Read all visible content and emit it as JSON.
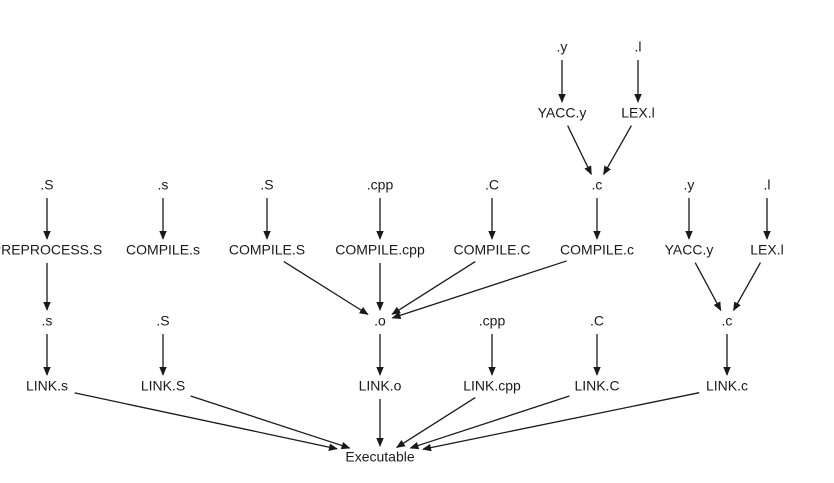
{
  "diagram": {
    "nodes": [
      {
        "id": "y_top",
        "label": ".y"
      },
      {
        "id": "l_top",
        "label": ".l"
      },
      {
        "id": "yacc_top",
        "label": "YACC.y"
      },
      {
        "id": "lex_top",
        "label": "LEX.l"
      },
      {
        "id": "S1",
        "label": ".S"
      },
      {
        "id": "s1",
        "label": ".s"
      },
      {
        "id": "S2",
        "label": ".S"
      },
      {
        "id": "cpp1",
        "label": ".cpp"
      },
      {
        "id": "C1",
        "label": ".C"
      },
      {
        "id": "c1",
        "label": ".c"
      },
      {
        "id": "y2",
        "label": ".y"
      },
      {
        "id": "l2",
        "label": ".l"
      },
      {
        "id": "preprocess_S",
        "label": "PREPROCESS.S"
      },
      {
        "id": "compile_s",
        "label": "COMPILE.s"
      },
      {
        "id": "compile_S",
        "label": "COMPILE.S"
      },
      {
        "id": "compile_cpp",
        "label": "COMPILE.cpp"
      },
      {
        "id": "compile_C",
        "label": "COMPILE.C"
      },
      {
        "id": "compile_c",
        "label": "COMPILE.c"
      },
      {
        "id": "yacc2",
        "label": "YACC.y"
      },
      {
        "id": "lex2",
        "label": "LEX.l"
      },
      {
        "id": "s2",
        "label": ".s"
      },
      {
        "id": "S3",
        "label": ".S"
      },
      {
        "id": "o",
        "label": ".o"
      },
      {
        "id": "cpp2",
        "label": ".cpp"
      },
      {
        "id": "C2",
        "label": ".C"
      },
      {
        "id": "c2",
        "label": ".c"
      },
      {
        "id": "link_s",
        "label": "LINK.s"
      },
      {
        "id": "link_S",
        "label": "LINK.S"
      },
      {
        "id": "link_o",
        "label": "LINK.o"
      },
      {
        "id": "link_cpp",
        "label": "LINK.cpp"
      },
      {
        "id": "link_C",
        "label": "LINK.C"
      },
      {
        "id": "link_c",
        "label": "LINK.c"
      },
      {
        "id": "executable",
        "label": "Executable"
      }
    ],
    "edges": [
      [
        "y_top",
        "yacc_top"
      ],
      [
        "l_top",
        "lex_top"
      ],
      [
        "yacc_top",
        "c1"
      ],
      [
        "lex_top",
        "c1"
      ],
      [
        "S1",
        "preprocess_S"
      ],
      [
        "s1",
        "compile_s"
      ],
      [
        "S2",
        "compile_S"
      ],
      [
        "cpp1",
        "compile_cpp"
      ],
      [
        "C1",
        "compile_C"
      ],
      [
        "c1",
        "compile_c"
      ],
      [
        "y2",
        "yacc2"
      ],
      [
        "l2",
        "lex2"
      ],
      [
        "preprocess_S",
        "s2"
      ],
      [
        "compile_S",
        "o"
      ],
      [
        "compile_cpp",
        "o"
      ],
      [
        "compile_C",
        "o"
      ],
      [
        "compile_c",
        "o"
      ],
      [
        "yacc2",
        "c2"
      ],
      [
        "lex2",
        "c2"
      ],
      [
        "s2",
        "link_s"
      ],
      [
        "S3",
        "link_S"
      ],
      [
        "o",
        "link_o"
      ],
      [
        "cpp2",
        "link_cpp"
      ],
      [
        "C2",
        "link_C"
      ],
      [
        "c2",
        "link_c"
      ],
      [
        "link_s",
        "executable"
      ],
      [
        "link_S",
        "executable"
      ],
      [
        "link_o",
        "executable"
      ],
      [
        "link_cpp",
        "executable"
      ],
      [
        "link_C",
        "executable"
      ],
      [
        "link_c",
        "executable"
      ]
    ]
  }
}
